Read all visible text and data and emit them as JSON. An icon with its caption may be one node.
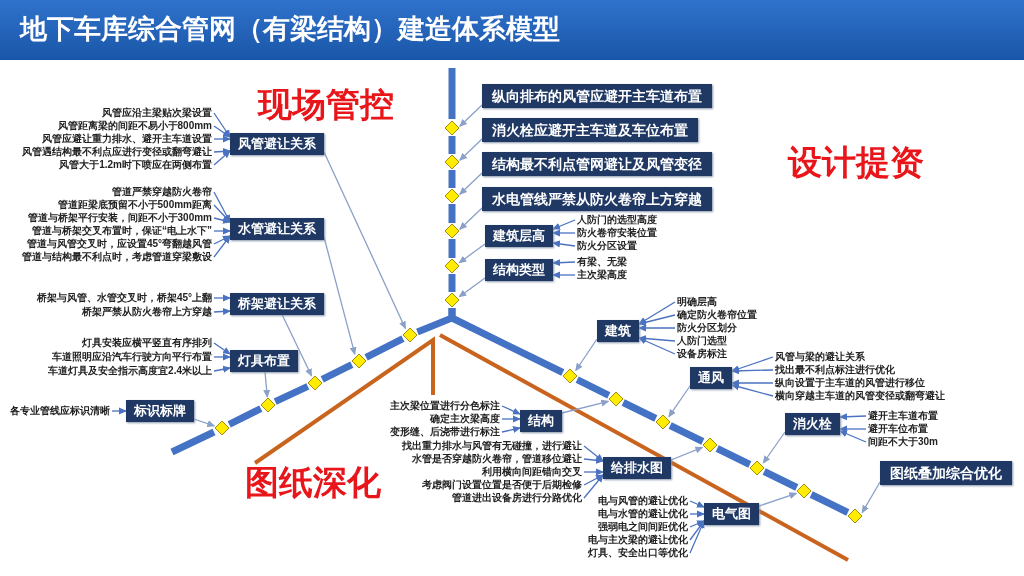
{
  "diagram": {
    "title": "地下车库综合管网（有梁结构）建造体系模型",
    "nodes": [
      {
        "text": [
          "风管避让关系"
        ]
      },
      {
        "text": [
          "风管应沿主梁贴次梁设置"
        ]
      },
      {
        "text": [
          "风管距离梁的间距不易小于800mm"
        ]
      },
      {
        "text": [
          "风管应避让重力排水、避开主车道设置"
        ]
      },
      {
        "text": [
          "风管遇结构最不利点应进行变径或翻弯避让"
        ]
      },
      {
        "text": [
          "风管大于1.2m时下喷应在两侧布置"
        ]
      },
      {
        "text": [
          "水管避让关系"
        ]
      },
      {
        "text": [
          "管道严禁穿越防火卷帘"
        ]
      },
      {
        "text": [
          "管道距梁底预留不小于500mm距离"
        ]
      },
      {
        "text": [
          "管道与桥架平行安装，间距不小于300mm"
        ]
      },
      {
        "text": [
          "管道与桥架交叉布置时，保证“电上水下”"
        ]
      },
      {
        "text": [
          "管道与风管交叉时，应设置45°弯翻越风管"
        ]
      },
      {
        "text": [
          "管道与结构最不利点时，考虑管道穿梁敷设"
        ]
      },
      {
        "text": [
          "桥架避让关系"
        ]
      },
      {
        "text": [
          "桥架与风管、水管交叉时，桥架45°上翻"
        ]
      },
      {
        "text": [
          "桥架严禁从防火卷帘上方穿越"
        ]
      },
      {
        "text": [
          "灯具布置"
        ]
      },
      {
        "text": [
          "灯具安装应横平竖直有序排列"
        ]
      },
      {
        "text": [
          "车道照明应沿汽车行驶方向平行布置"
        ]
      },
      {
        "text": [
          "车道灯具及安全指示高度宜2.4米以上"
        ]
      },
      {
        "text": [
          "标识标牌"
        ]
      },
      {
        "text": [
          "各专业管线应标识清晰"
        ]
      },
      {
        "text": [
          "纵向排布的风管应避开主车道布置"
        ]
      },
      {
        "text": [
          "消火栓应避开主车道及车位布置"
        ]
      },
      {
        "text": [
          "结构最不利点管网避让及风管变径"
        ]
      },
      {
        "text": [
          "水电管线严禁从防火卷帘上方穿越"
        ]
      },
      {
        "text": [
          "建筑层高"
        ]
      },
      {
        "text": [
          "人防门的选型高度"
        ]
      },
      {
        "text": [
          "防火卷帘安装位置"
        ]
      },
      {
        "text": [
          "防火分区设置"
        ]
      },
      {
        "text": [
          "结构类型"
        ]
      },
      {
        "text": [
          "有梁、无梁"
        ]
      },
      {
        "text": [
          "主次梁高度"
        ]
      },
      {
        "text": [
          "建筑"
        ]
      },
      {
        "text": [
          "明确层高"
        ]
      },
      {
        "text": [
          "确定防火卷帘位置"
        ]
      },
      {
        "text": [
          "防火分区划分"
        ]
      },
      {
        "text": [
          "人防门选型"
        ]
      },
      {
        "text": [
          "设备房标注"
        ]
      },
      {
        "text": [
          "通风"
        ]
      },
      {
        "text": [
          "风管与梁的避让关系"
        ]
      },
      {
        "text": [
          "找出最不利点标注进行优化"
        ]
      },
      {
        "text": [
          "纵向设置于主车道的风管进行移位"
        ]
      },
      {
        "text": [
          "横向穿越主车道的风管变径或翻弯避让"
        ]
      },
      {
        "text": [
          "消火栓"
        ]
      },
      {
        "text": [
          "避开主车道布置"
        ]
      },
      {
        "text": [
          "避开车位布置"
        ]
      },
      {
        "text": [
          "间距不大于30m"
        ]
      },
      {
        "text": [
          "图纸叠加综合优化"
        ]
      },
      {
        "text": [
          "结构"
        ]
      },
      {
        "text": [
          "主次梁位置进行分色标注"
        ]
      },
      {
        "text": [
          "确定主次梁高度"
        ]
      },
      {
        "text": [
          "变形缝、后浇带进行标注"
        ]
      },
      {
        "text": [
          "给排水图"
        ]
      },
      {
        "text": [
          "找出重力排水与风管有无碰撞，进行避让"
        ]
      },
      {
        "text": [
          "水管是否穿越防火卷帘，管道移位避让"
        ]
      },
      {
        "text": [
          "利用横向间距错向交叉"
        ]
      },
      {
        "text": [
          "考虑阀门设置位置是否便于后期检修"
        ]
      },
      {
        "text": [
          "管道进出设备房进行分路优化"
        ]
      },
      {
        "text": [
          "电气图"
        ]
      },
      {
        "text": [
          "电与风管的避让优化"
        ]
      },
      {
        "text": [
          "电与水管的避让优化"
        ]
      },
      {
        "text": [
          "强弱电之间间距优化"
        ]
      },
      {
        "text": [
          "电与主次梁的避让优化"
        ]
      },
      {
        "text": [
          "灯具、安全出口等优化"
        ]
      },
      {
        "text": [],
        "shape": "diamond"
      },
      {
        "text": [],
        "shape": "diamond"
      },
      {
        "text": [],
        "shape": "diamond"
      },
      {
        "text": [],
        "shape": "diamond"
      },
      {
        "text": [],
        "shape": "diamond"
      },
      {
        "text": [],
        "shape": "diamond"
      },
      {
        "text": [],
        "shape": "diamond"
      },
      {
        "text": [],
        "shape": "diamond"
      },
      {
        "text": [],
        "shape": "diamond"
      },
      {
        "text": [],
        "shape": "diamond"
      },
      {
        "text": [],
        "shape": "diamond"
      },
      {
        "text": [],
        "shape": "diamond"
      },
      {
        "text": [],
        "shape": "diamond"
      },
      {
        "text": [],
        "shape": "diamond"
      },
      {
        "text": [],
        "shape": "diamond"
      },
      {
        "text": [],
        "shape": "diamond"
      },
      {
        "text": [],
        "shape": "diamond"
      },
      {
        "text": [],
        "shape": "diamond"
      }
    ],
    "edges": [
      {
        "from": 1,
        "to": 0,
        "arrow": "to"
      },
      {
        "from": 2,
        "to": 0,
        "arrow": "to"
      },
      {
        "from": 3,
        "to": 0,
        "arrow": "to"
      },
      {
        "from": 4,
        "to": 0,
        "arrow": "to"
      },
      {
        "from": 5,
        "to": 0,
        "arrow": "to"
      },
      {
        "from": 7,
        "to": 6,
        "arrow": "to"
      },
      {
        "from": 8,
        "to": 6,
        "arrow": "to"
      },
      {
        "from": 9,
        "to": 6,
        "arrow": "to"
      },
      {
        "from": 10,
        "to": 6,
        "arrow": "to"
      },
      {
        "from": 11,
        "to": 6,
        "arrow": "to"
      },
      {
        "from": 12,
        "to": 6,
        "arrow": "to"
      },
      {
        "from": 14,
        "to": 13,
        "arrow": "to"
      },
      {
        "from": 15,
        "to": 13,
        "arrow": "to"
      },
      {
        "from": 17,
        "to": 16,
        "arrow": "to"
      },
      {
        "from": 18,
        "to": 16,
        "arrow": "to"
      },
      {
        "from": 19,
        "to": 16,
        "arrow": "to"
      },
      {
        "from": 21,
        "to": 20,
        "arrow": "to"
      },
      {
        "from": 27,
        "to": 26,
        "arrow": "to"
      },
      {
        "from": 28,
        "to": 26,
        "arrow": "to"
      },
      {
        "from": 29,
        "to": 26,
        "arrow": "to"
      },
      {
        "from": 31,
        "to": 30,
        "arrow": "to"
      },
      {
        "from": 32,
        "to": 30,
        "arrow": "to"
      },
      {
        "from": 34,
        "to": 33,
        "arrow": "to"
      },
      {
        "from": 35,
        "to": 33,
        "arrow": "to"
      },
      {
        "from": 36,
        "to": 33,
        "arrow": "to"
      },
      {
        "from": 37,
        "to": 33,
        "arrow": "to"
      },
      {
        "from": 38,
        "to": 33,
        "arrow": "to"
      },
      {
        "from": 40,
        "to": 39,
        "arrow": "to"
      },
      {
        "from": 41,
        "to": 39,
        "arrow": "to"
      },
      {
        "from": 42,
        "to": 39,
        "arrow": "to"
      },
      {
        "from": 43,
        "to": 39,
        "arrow": "to"
      },
      {
        "from": 45,
        "to": 44,
        "arrow": "to"
      },
      {
        "from": 46,
        "to": 44,
        "arrow": "to"
      },
      {
        "from": 47,
        "to": 44,
        "arrow": "to"
      },
      {
        "from": 50,
        "to": 49,
        "arrow": "to"
      },
      {
        "from": 51,
        "to": 49,
        "arrow": "to"
      },
      {
        "from": 52,
        "to": 49,
        "arrow": "to"
      },
      {
        "from": 54,
        "to": 53,
        "arrow": "to"
      },
      {
        "from": 55,
        "to": 53,
        "arrow": "to"
      },
      {
        "from": 56,
        "to": 53,
        "arrow": "to"
      },
      {
        "from": 57,
        "to": 53,
        "arrow": "to"
      },
      {
        "from": 58,
        "to": 53,
        "arrow": "to"
      },
      {
        "from": 60,
        "to": 59,
        "arrow": "to"
      },
      {
        "from": 61,
        "to": 59,
        "arrow": "to"
      },
      {
        "from": 62,
        "to": 59,
        "arrow": "to"
      },
      {
        "from": 63,
        "to": 59,
        "arrow": "to"
      },
      {
        "from": 64,
        "to": 59,
        "arrow": "to"
      },
      {
        "from": 20,
        "to": 65,
        "arrow": "to"
      },
      {
        "from": 16,
        "to": 66,
        "arrow": "to"
      },
      {
        "from": 13,
        "to": 67,
        "arrow": "to"
      },
      {
        "from": 6,
        "to": 68,
        "arrow": "to"
      },
      {
        "from": 0,
        "to": 69,
        "arrow": "to"
      },
      {
        "from": 22,
        "to": 70,
        "arrow": "to"
      },
      {
        "from": 23,
        "to": 71,
        "arrow": "to"
      },
      {
        "from": 24,
        "to": 72,
        "arrow": "to"
      },
      {
        "from": 25,
        "to": 73,
        "arrow": "to"
      },
      {
        "from": 26,
        "to": 74,
        "arrow": "to"
      },
      {
        "from": 30,
        "to": 75,
        "arrow": "to"
      },
      {
        "from": 33,
        "to": 76,
        "arrow": "to"
      },
      {
        "from": 49,
        "to": 77,
        "arrow": "to"
      },
      {
        "from": 39,
        "to": 78,
        "arrow": "to"
      },
      {
        "from": 53,
        "to": 79,
        "arrow": "to"
      },
      {
        "from": 44,
        "to": 80,
        "arrow": "to"
      },
      {
        "from": 59,
        "to": 81,
        "arrow": "to"
      },
      {
        "from": 48,
        "to": 82,
        "arrow": "to"
      },
      {
        "from": 65,
        "to": 66,
        "arrow": "none",
        "style": "thick",
        "color": "#4472c4"
      },
      {
        "from": 66,
        "to": 67,
        "arrow": "none",
        "style": "thick",
        "color": "#4472c4"
      },
      {
        "from": 67,
        "to": 68,
        "arrow": "none",
        "style": "thick",
        "color": "#4472c4"
      },
      {
        "from": 68,
        "to": 69,
        "arrow": "none",
        "style": "thick",
        "color": "#4472c4"
      },
      {
        "from": 70,
        "to": 71,
        "arrow": "none",
        "style": "thick",
        "color": "#4472c4"
      },
      {
        "from": 71,
        "to": 72,
        "arrow": "none",
        "style": "thick",
        "color": "#4472c4"
      },
      {
        "from": 72,
        "to": 73,
        "arrow": "none",
        "style": "thick",
        "color": "#4472c4"
      },
      {
        "from": 73,
        "to": 74,
        "arrow": "none",
        "style": "thick",
        "color": "#4472c4"
      },
      {
        "from": 74,
        "to": 75,
        "arrow": "none",
        "style": "thick",
        "color": "#4472c4"
      },
      {
        "from": 69,
        "to": 75,
        "arrow": "none",
        "style": "thick",
        "color": "#4472c4"
      },
      {
        "from": 75,
        "to": 76,
        "arrow": "none",
        "style": "thick",
        "color": "#4472c4"
      },
      {
        "from": 76,
        "to": 77,
        "arrow": "none",
        "style": "thick",
        "color": "#4472c4"
      },
      {
        "from": 77,
        "to": 78,
        "arrow": "none",
        "style": "thick",
        "color": "#4472c4"
      },
      {
        "from": 78,
        "to": 79,
        "arrow": "none",
        "style": "thick",
        "color": "#4472c4"
      },
      {
        "from": 79,
        "to": 80,
        "arrow": "none",
        "style": "thick",
        "color": "#4472c4"
      },
      {
        "from": 80,
        "to": 81,
        "arrow": "none",
        "style": "thick",
        "color": "#4472c4"
      },
      {
        "from": 81,
        "to": 82,
        "arrow": "none",
        "style": "thick",
        "color": "#4472c4"
      }
    ],
    "labels": [
      "现场管控",
      "设计提资",
      "图纸深化"
    ]
  }
}
